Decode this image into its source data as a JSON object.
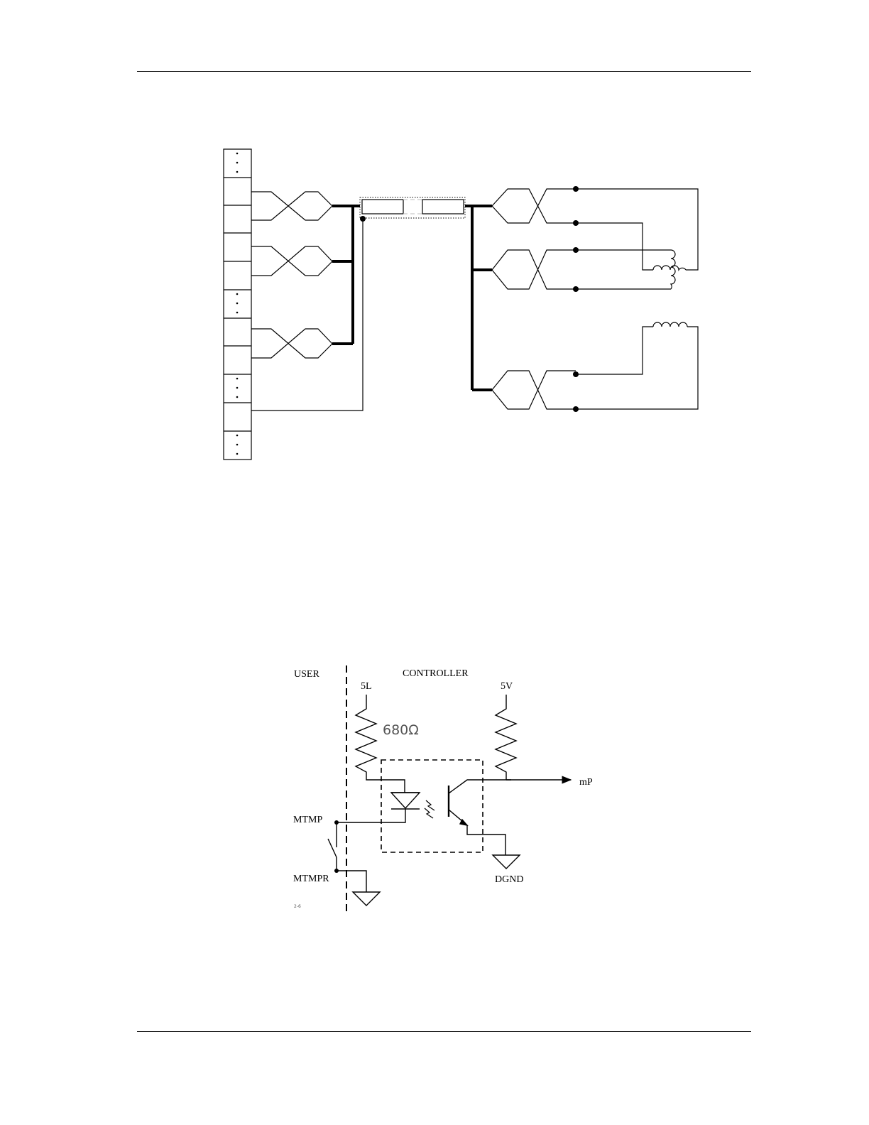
{
  "circuit": {
    "user_label": "USER",
    "controller_label": "CONTROLLER",
    "supply_5l_label": "5L",
    "supply_5v_label": "5V",
    "resistor_label": "680Ω",
    "output_label": "mP",
    "mtmp_label": "MTMP",
    "mtmpr_label": "MTMPR",
    "dgnd_label": "DGND",
    "figure_id_label": "2-6"
  }
}
